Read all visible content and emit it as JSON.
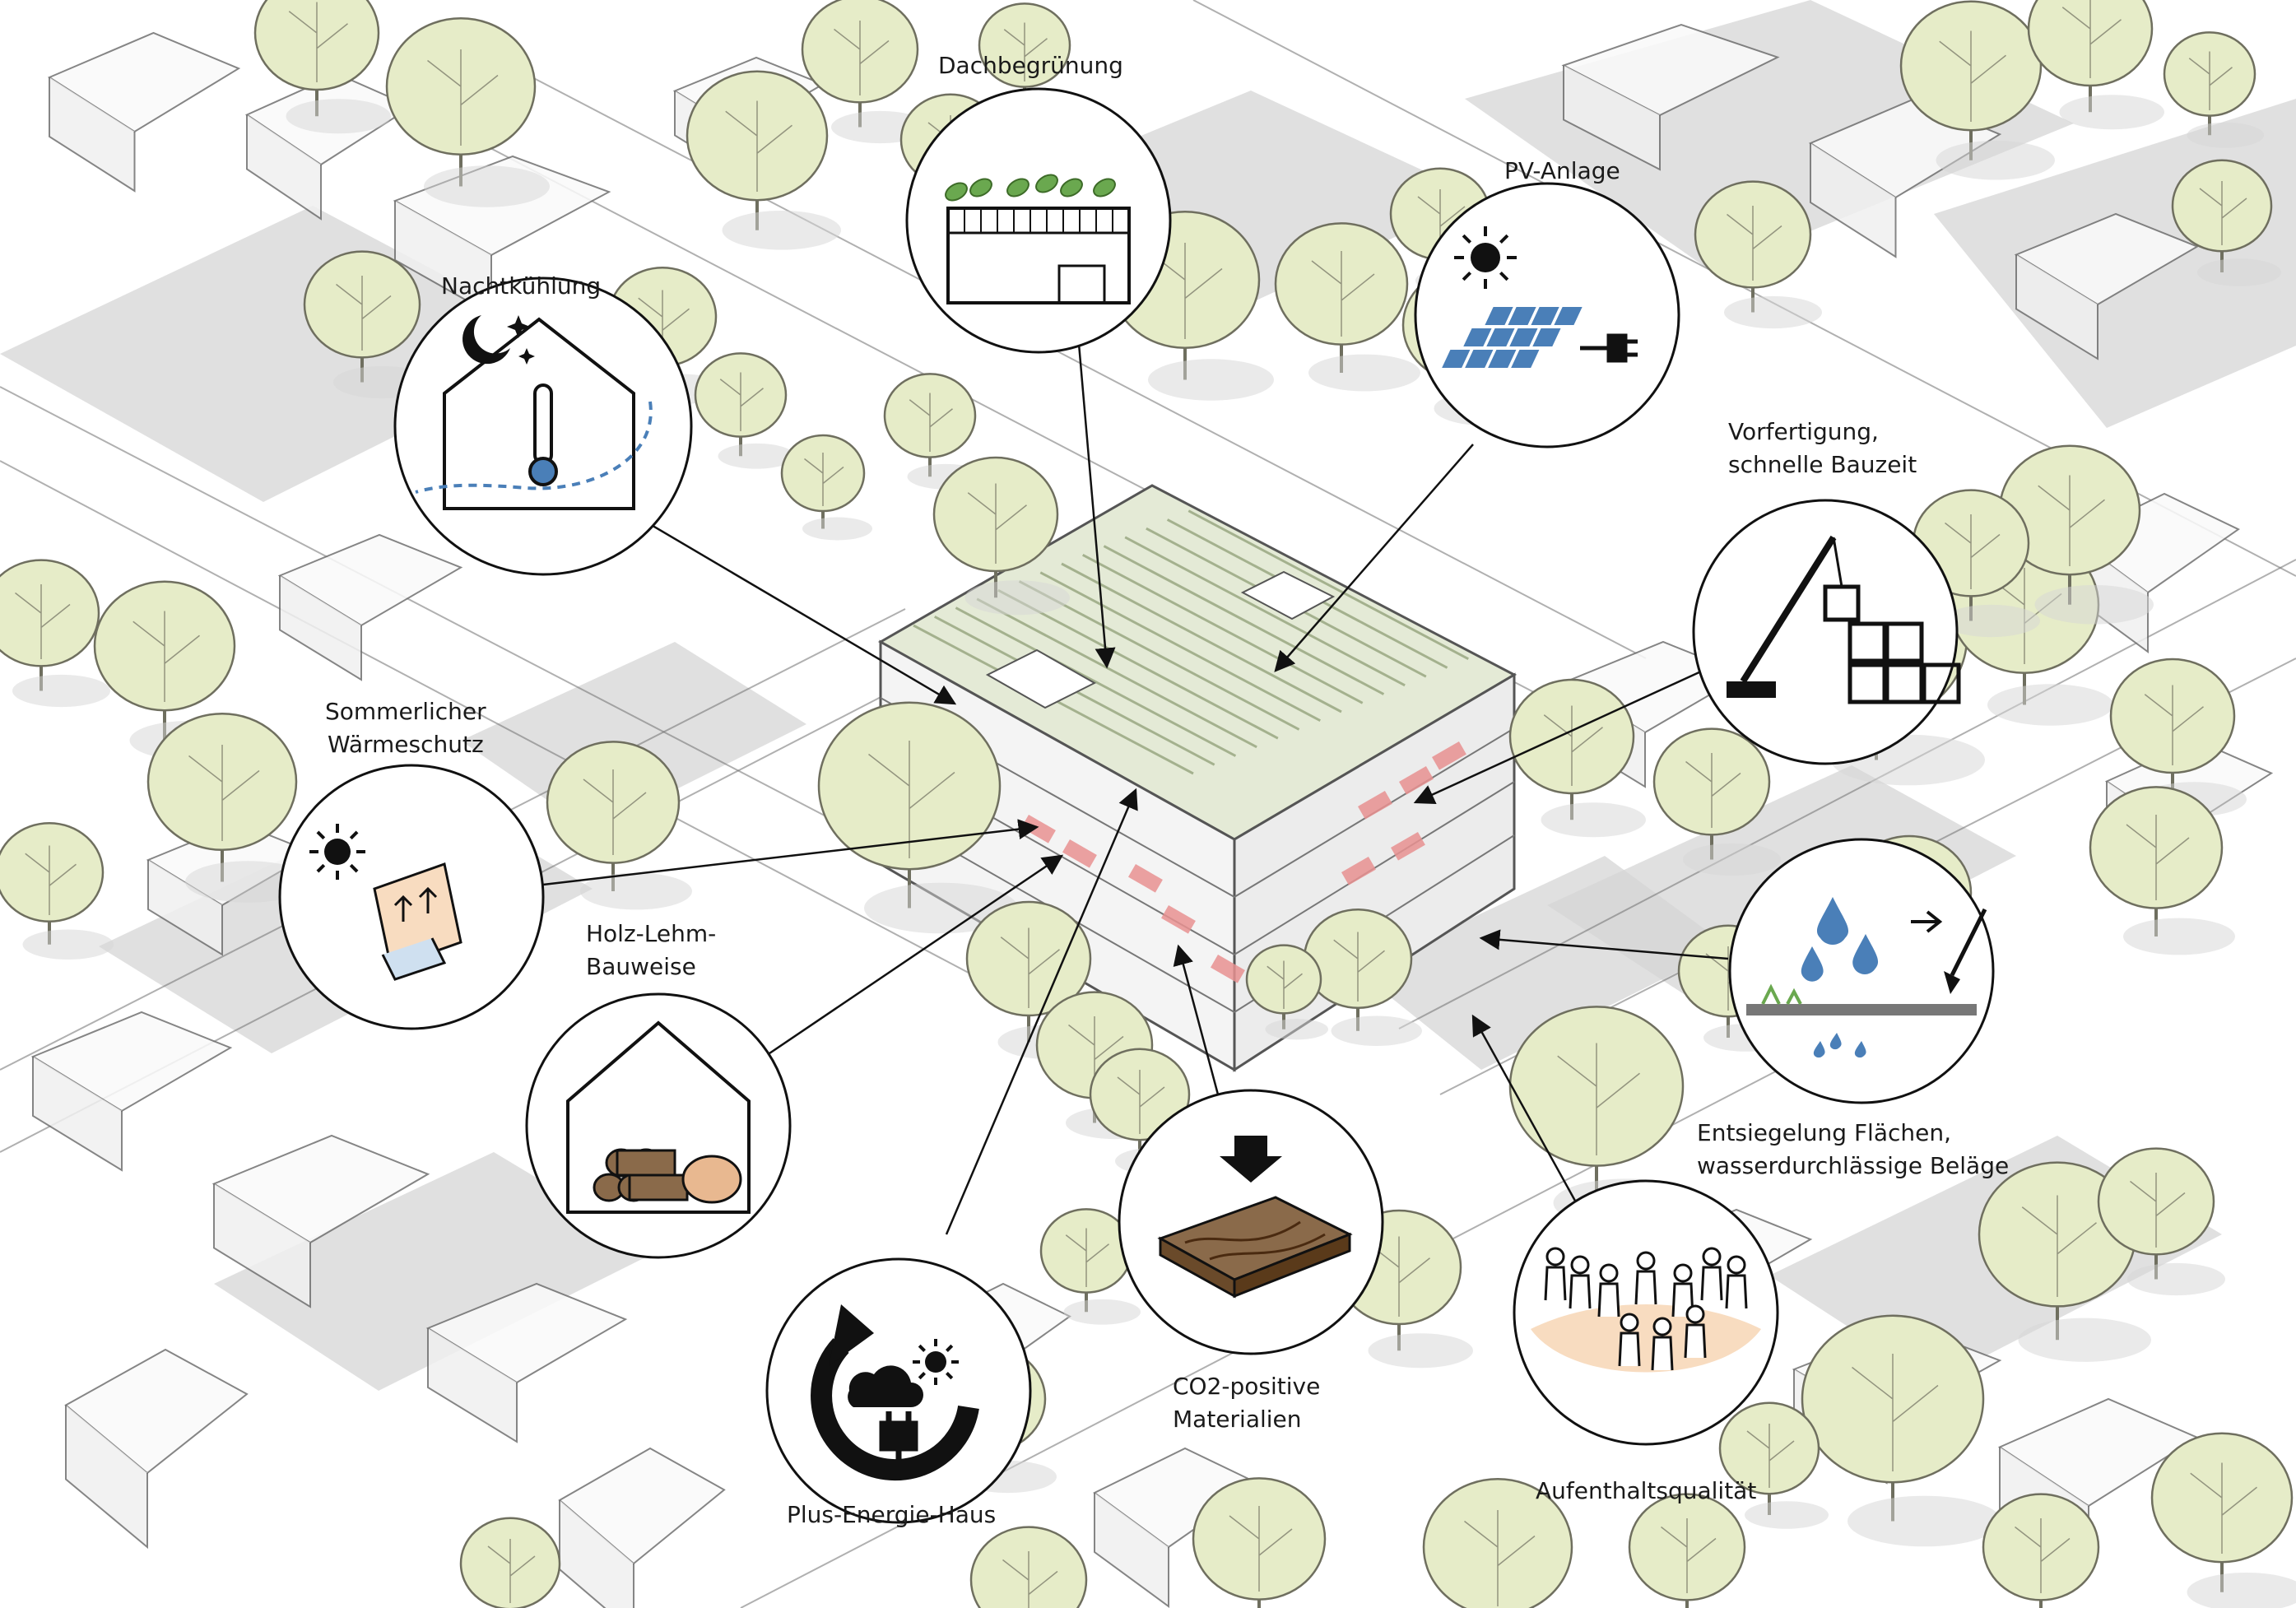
{
  "diagram": {
    "features": [
      {
        "id": "dachbegruenung",
        "lines": [
          "Dachbegrünung"
        ],
        "icon": "green-roof-icon"
      },
      {
        "id": "pv-anlage",
        "lines": [
          "PV-Anlage"
        ],
        "icon": "solar-panel-icon"
      },
      {
        "id": "nachtkuehlung",
        "lines": [
          "Nachtkühlung"
        ],
        "icon": "night-cooling-icon"
      },
      {
        "id": "vorfertigung",
        "lines": [
          "Vorfertigung,",
          "schnelle Bauzeit"
        ],
        "icon": "crane-prefab-icon"
      },
      {
        "id": "waermeschutz",
        "lines": [
          "Sommerlicher",
          "Wärmeschutz"
        ],
        "icon": "sun-shading-icon"
      },
      {
        "id": "holz-lehm",
        "lines": [
          "Holz-Lehm-",
          "Bauweise"
        ],
        "icon": "wood-clay-house-icon"
      },
      {
        "id": "entsiegelung",
        "lines": [
          "Entsiegelung Flächen,",
          "wasserdurchlässige Beläge"
        ],
        "icon": "permeable-surface-icon"
      },
      {
        "id": "plus-energie",
        "lines": [
          "Plus-Energie-Haus"
        ],
        "icon": "energy-cycle-icon"
      },
      {
        "id": "co2",
        "lines": [
          "CO2-positive",
          "Materialien"
        ],
        "icon": "timber-material-icon"
      },
      {
        "id": "aufenthalt",
        "lines": [
          "Aufenthaltsqualität"
        ],
        "icon": "people-gathering-icon"
      }
    ],
    "colors": {
      "tree_fill": "#e6ecc8",
      "tree_stroke": "#6f6f5f",
      "shadow": "#d6d6d6",
      "line": "#707070",
      "roof_green": "#c8d4a8",
      "accent_red": "#e89090",
      "icon_blue": "#4a7fb8",
      "wood": "#8a6a4a",
      "clay": "#e8b890",
      "sand": "#f8dcc0"
    }
  }
}
